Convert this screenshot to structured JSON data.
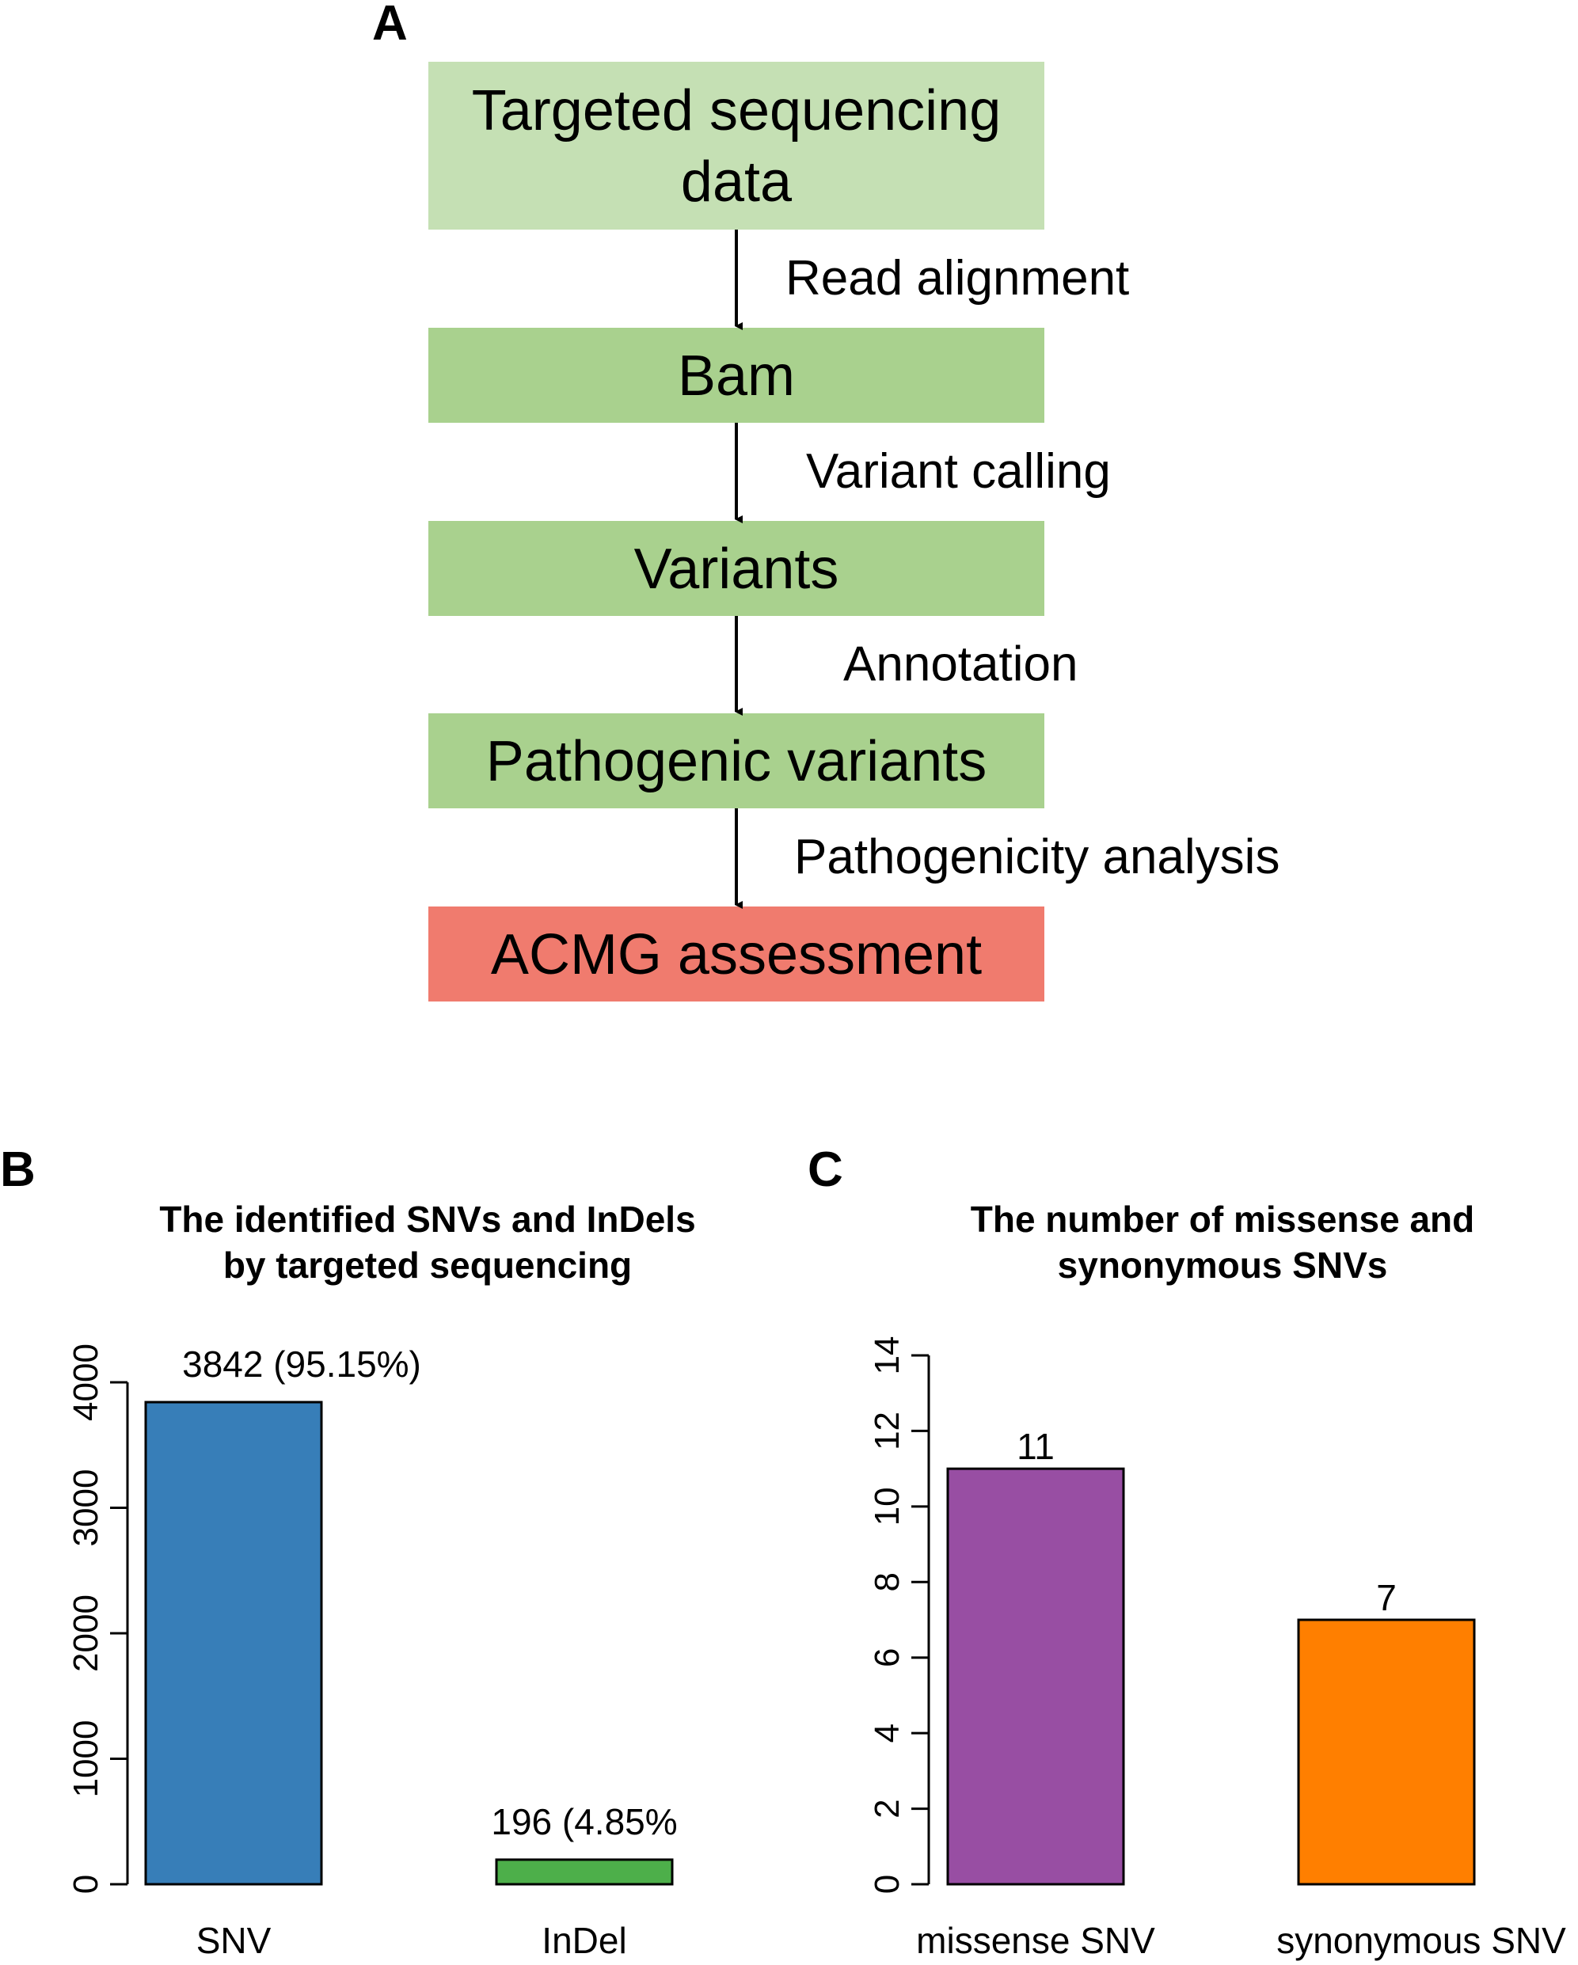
{
  "panels": {
    "a": "A",
    "b": "B",
    "c": "C"
  },
  "flow": {
    "boxes": [
      {
        "lines": [
          "Targeted sequencing",
          "data"
        ],
        "color": "#c5e0b4"
      },
      {
        "lines": [
          "Bam"
        ],
        "color": "#a9d18e"
      },
      {
        "lines": [
          "Variants"
        ],
        "color": "#a9d18e"
      },
      {
        "lines": [
          "Pathogenic variants"
        ],
        "color": "#a9d18e"
      },
      {
        "lines": [
          "ACMG assessment"
        ],
        "color": "#f07b6e"
      }
    ],
    "steps": [
      "Read alignment",
      "Variant calling",
      "Annotation",
      "Pathogenicity analysis"
    ]
  },
  "chart_data": [
    {
      "type": "bar",
      "title": "The identified SNVs and InDels\nby targeted sequencing",
      "categories": [
        "SNV",
        "InDel"
      ],
      "values": [
        3842,
        196
      ],
      "data_labels": [
        "3842 (95.15%)",
        "196 (4.85%"
      ],
      "colors": [
        "#377eb8",
        "#4daf4a"
      ],
      "ylim": [
        0,
        4000
      ],
      "yticks": [
        0,
        1000,
        2000,
        3000,
        4000
      ],
      "xlabel": "",
      "ylabel": "",
      "grid": false
    },
    {
      "type": "bar",
      "title": "The number of missense and\nsynonymous SNVs",
      "categories": [
        "missense SNV",
        "synonymous SNV"
      ],
      "values": [
        11,
        7
      ],
      "data_labels": [
        "11",
        "7"
      ],
      "colors": [
        "#984ea3",
        "#ff7f00"
      ],
      "ylim": [
        0,
        14
      ],
      "yticks": [
        0,
        2,
        4,
        6,
        8,
        10,
        12,
        14
      ],
      "xlabel": "",
      "ylabel": "",
      "grid": false
    }
  ]
}
